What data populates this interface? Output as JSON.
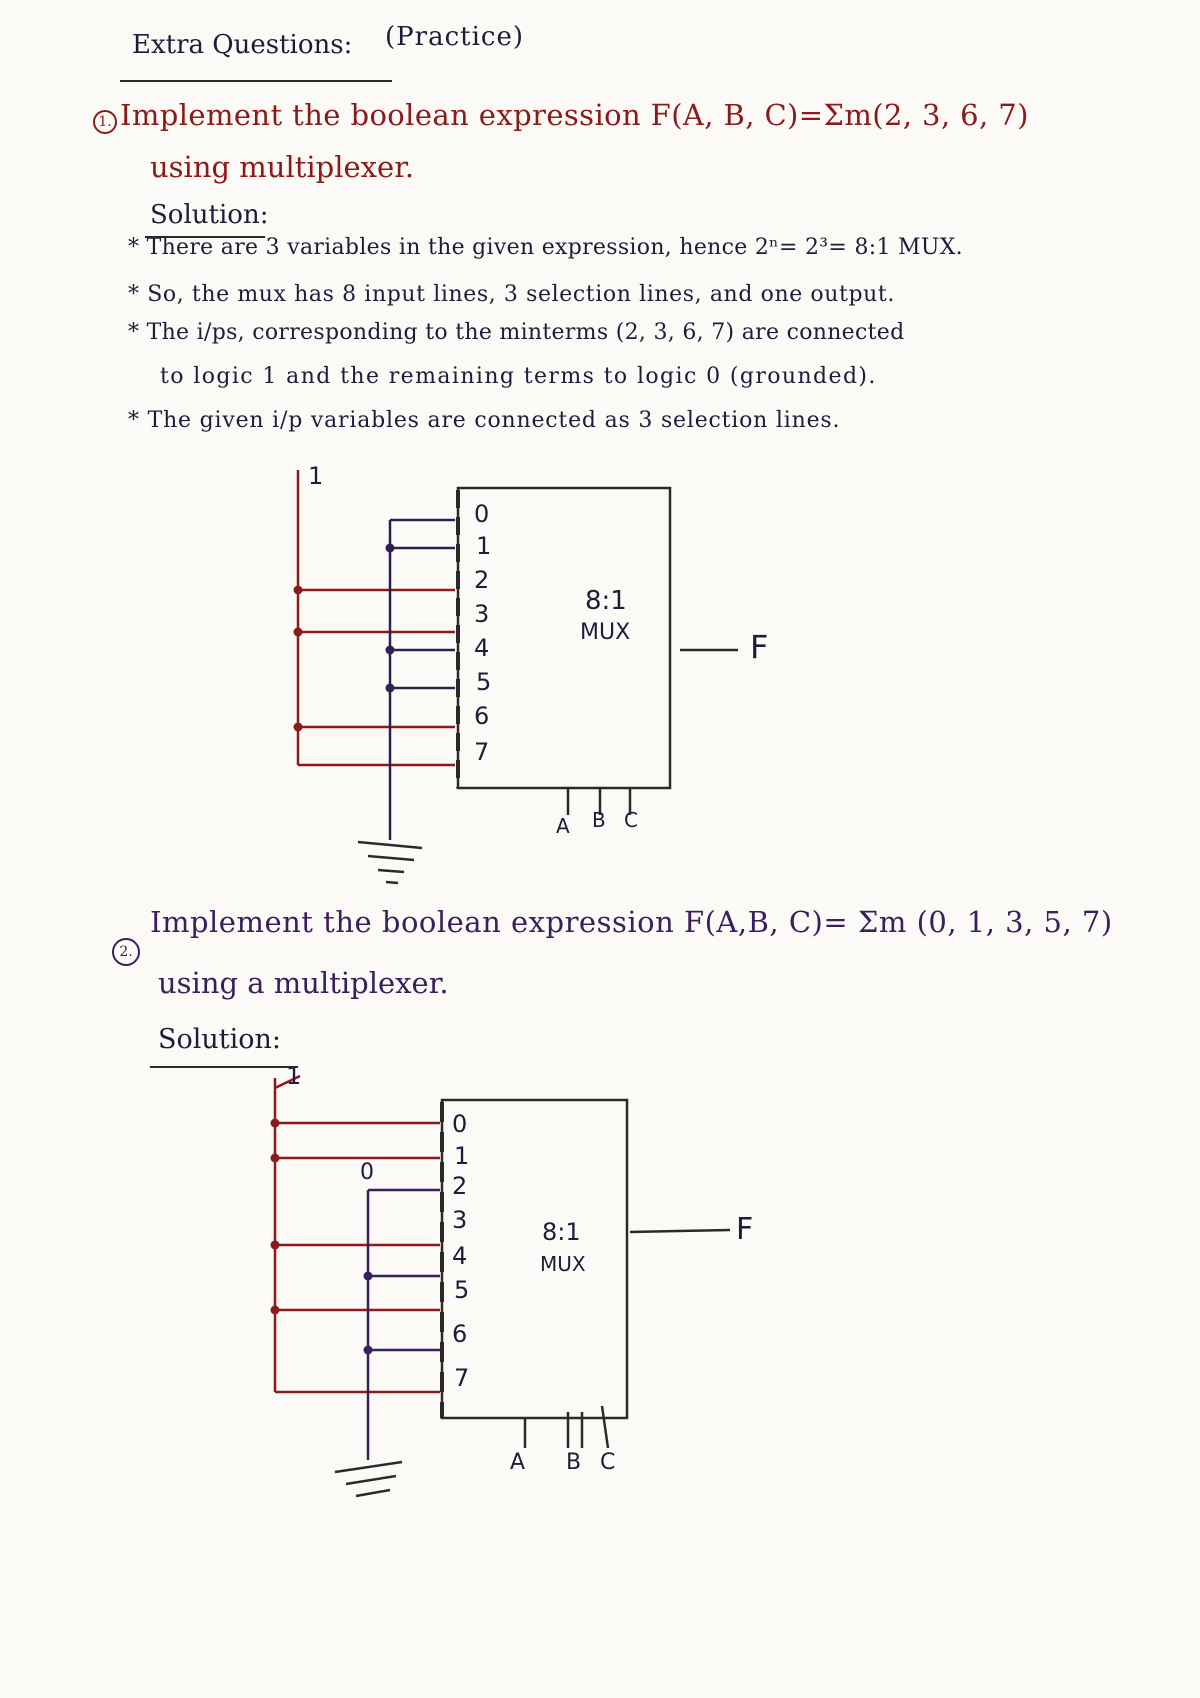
{
  "header": {
    "title": "Extra Questions:",
    "subtitle": "(Practice)"
  },
  "q1": {
    "number": "1.",
    "line1": "Implement the boolean expression F(A, B, C)=Σm(2, 3, 6, 7)",
    "line2": "using multiplexer.",
    "solution_label": "Solution:",
    "bullets": [
      "* There are 3 variables in the given expression, hence 2ⁿ= 2³= 8:1 MUX.",
      "* So, the mux has 8 input lines, 3 selection lines, and one output.",
      "* The i/ps, corresponding to the minterms (2, 3, 6, 7) are connected",
      "to logic 1 and the remaining terms to logic 0 (grounded).",
      "* The given i/p variables are connected as 3 selection lines."
    ],
    "diagram": {
      "logic_one": "1",
      "inputs": [
        "0",
        "1",
        "2",
        "3",
        "4",
        "5",
        "6",
        "7"
      ],
      "mux_label_1": "8:1",
      "mux_label_2": "MUX",
      "output": "F",
      "selects": [
        "A",
        "B",
        "C"
      ]
    }
  },
  "q2": {
    "number": "2.",
    "line1": "Implement the boolean expression F(A,B, C)= Σm (0, 1, 3, 5, 7)",
    "line2": "using a multiplexer.",
    "solution_label": "Solution:",
    "diagram": {
      "logic_one": "1",
      "logic_zero": "0",
      "inputs": [
        "0",
        "1",
        "2",
        "3",
        "4",
        "5",
        "6",
        "7"
      ],
      "mux_label_1": "8:1",
      "mux_label_2": "MUX",
      "output": "F",
      "selects": [
        "A",
        "B",
        "C"
      ]
    }
  }
}
